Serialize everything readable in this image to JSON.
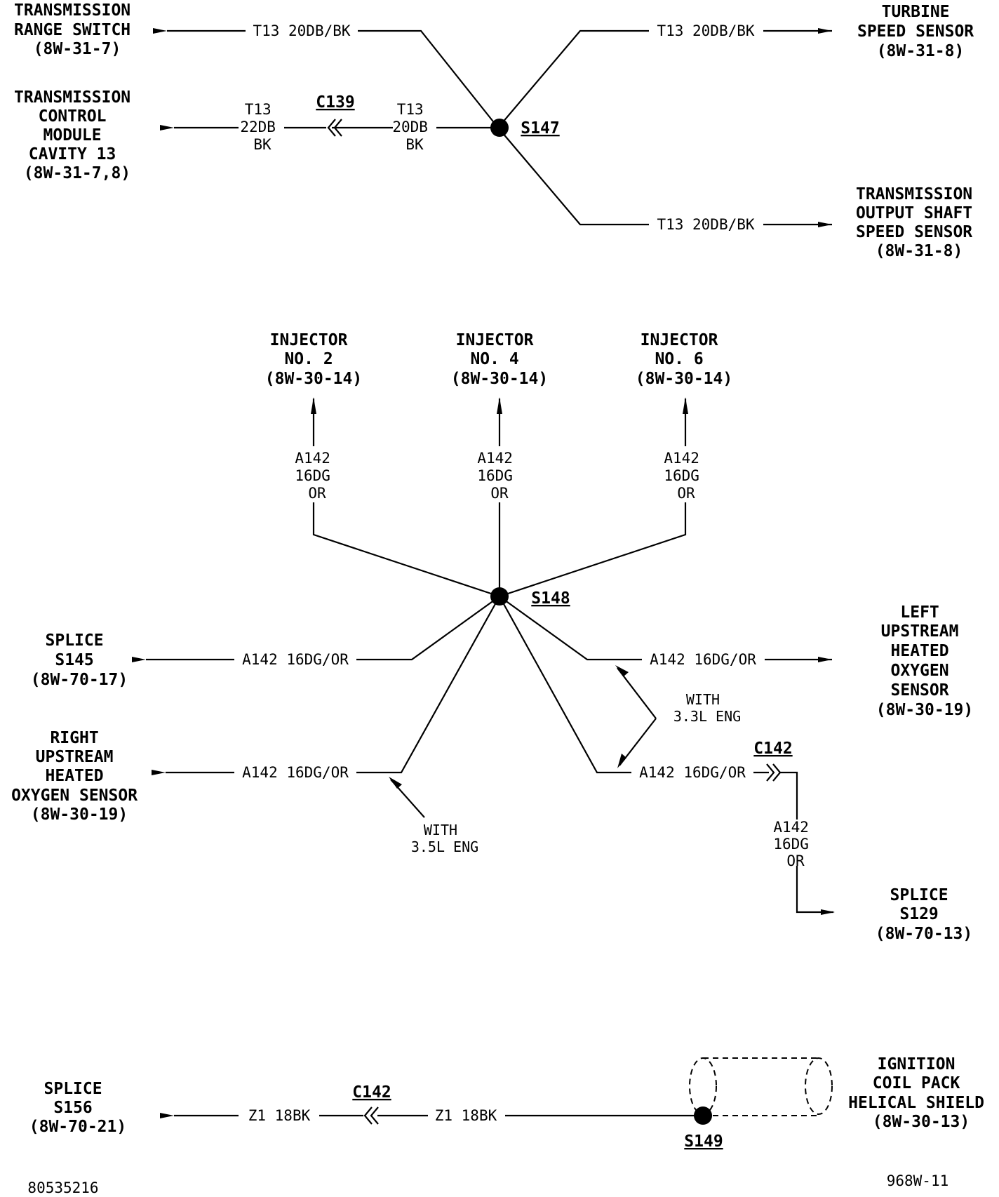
{
  "diagram": {
    "section1": {
      "trs": [
        "TRANSMISSION",
        "RANGE SWITCH",
        "(8W-31-7)"
      ],
      "tcm": [
        "TRANSMISSION",
        "CONTROL",
        "MODULE",
        "CAVITY 13",
        "(8W-31-7,8)"
      ],
      "turbine": [
        "TURBINE",
        "SPEED SENSOR",
        "(8W-31-8)"
      ],
      "oss": [
        "TRANSMISSION",
        "OUTPUT SHAFT",
        "SPEED SENSOR",
        "(8W-31-8)"
      ],
      "wire_trs": "T13 20DB/BK",
      "wire_turbine": "T13 20DB/BK",
      "wire_oss": "T13 20DB/BK",
      "wire_tcm_left": [
        "T13",
        "22DB",
        "BK"
      ],
      "wire_tcm_right": [
        "T13",
        "20DB",
        "BK"
      ],
      "connector": "C139",
      "splice": "S147"
    },
    "section2": {
      "inj2": [
        "INJECTOR",
        "NO. 2",
        "(8W-30-14)"
      ],
      "inj4": [
        "INJECTOR",
        "NO. 4",
        "(8W-30-14)"
      ],
      "inj6": [
        "INJECTOR",
        "NO. 6",
        "(8W-30-14)"
      ],
      "wire_inj": [
        "A142",
        "16DG",
        "OR"
      ],
      "splice": "S148",
      "s145": [
        "SPLICE",
        "S145",
        "(8W-70-17)"
      ],
      "wire_s145": "A142 16DG/OR",
      "right_ho2s": [
        "RIGHT",
        "UPSTREAM",
        "HEATED",
        "OXYGEN SENSOR",
        "(8W-30-19)"
      ],
      "wire_right_ho2s": "A142 16DG/OR",
      "with35": [
        "WITH",
        "3.5L ENG"
      ],
      "left_ho2s": [
        "LEFT",
        "UPSTREAM",
        "HEATED",
        "OXYGEN",
        "SENSOR",
        "(8W-30-19)"
      ],
      "wire_left_ho2s": "A142 16DG/OR",
      "with33": [
        "WITH",
        "3.3L ENG"
      ],
      "wire_c142": "A142 16DG/OR",
      "connector": "C142",
      "wire_down": [
        "A142",
        "16DG",
        "OR"
      ],
      "s129": [
        "SPLICE",
        "S129",
        "(8W-70-13)"
      ]
    },
    "section3": {
      "s156": [
        "SPLICE",
        "S156",
        "(8W-70-21)"
      ],
      "wire_left": "Z1 18BK",
      "connector": "C142",
      "wire_right": "Z1 18BK",
      "splice": "S149",
      "coil": [
        "IGNITION",
        "COIL PACK",
        "HELICAL SHIELD",
        "(8W-30-13)"
      ]
    },
    "footer": {
      "left_code": "80535216",
      "right_code": "968W-11"
    }
  }
}
